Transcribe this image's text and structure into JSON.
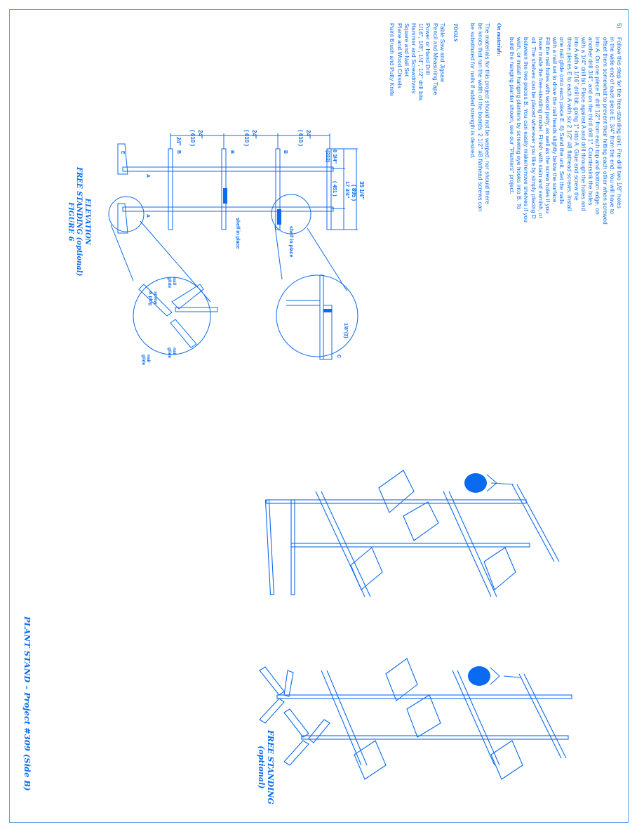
{
  "colors": {
    "ink": "#0a6bf0",
    "border": "#5aa0ea",
    "paper": "#ffffff"
  },
  "step5": {
    "number": "5)",
    "lines": [
      "Follow this step for the free-standing unit.  Pre-drill two 1/8\" holes",
      "in the wide end of each piece E, 3/4\" from the end.  You will have to",
      "offset them somewhat to prevent their hitting each other when screwed",
      "into A.  On one piece E drill 1/2\" from each top and bottom edge, on",
      "another drill 3/4\", and on the third drill 1\".  Countersink the holes",
      "with a 1/4\" drill bit.  Place against A and drill through the holes and",
      "into A with a 1/16\" drill bit, going 1\" into A.  Glue and screw the",
      "three pieces E to each A with six 2 1/2\" #8 flathead screws.  Install",
      "one nail glide onto each piece E.  6)  Sand the unit.  Set the nails",
      "with a nail set to drive the nail heads slightly below the surface.",
      "Fill the nail holes with wood putty, as well as the screw holes if you",
      "have made the free-standing model.  Finish with stain and varnish, or",
      "oil.  The shelves can be placed wherever you like by simply placing D",
      "between the two pieces B.  You can easily make/remove shelves if you",
      "wish, or install hanging planters by screwing eye hooks into B.  To",
      "build the hanging planter shown, see our \"Planters\" project."
    ]
  },
  "materials": {
    "heading": "On materials:",
    "lines": [
      "The materials for this project should not be warped, nor should there",
      "be knots that run the width of the boards.  2 1/2\" #8 flathead screws can",
      "be substituted for nails if added strength is desired."
    ]
  },
  "tools": {
    "heading": "TOOLS",
    "items": [
      "Table Saw and Jigsaw",
      "Pencil and Measuring Tape",
      "Power or Hand Drill",
      "1/16\", 1/8\", 1/4\", 1/2\" drill bits",
      "Hammer and Screwdrivers",
      "Square and Nail Set",
      "Plane and Wood Chisels",
      "Paint Brush and Putty Knife"
    ]
  },
  "elevation": {
    "caption_lines": [
      "ELEVATION",
      "FREE STANDING (optional)",
      "FIGURE 6"
    ],
    "spacing_dims": [
      {
        "in": "24\"",
        "mm": "( 610 )"
      },
      {
        "in": "24\"",
        "mm": "( 610 )"
      },
      {
        "in": "24\"",
        "mm": "( 610 )"
      }
    ],
    "height_dims": {
      "total_in": "35 1/4\"",
      "total_mm": "( 895 )",
      "upper_in": "8 3/4\"",
      "upper_mm": "(222)",
      "lower_in": "17 3/4\"",
      "lower_mm": "( 451 )"
    },
    "part_labels": {
      "a": "A",
      "b": "B",
      "c": "C",
      "e": "E"
    },
    "callouts": {
      "shelf_in_place": "shelf in place",
      "thickness": "1/8\"(3)",
      "nail_glide": "nail glide",
      "screw_plug": "screw & plug"
    }
  },
  "views": {
    "iso_caption_lines": [
      "FREE STANDING",
      "(optional)"
    ]
  },
  "footer": {
    "title": "PLANT STAND  –  Project #309  (Side B)"
  }
}
